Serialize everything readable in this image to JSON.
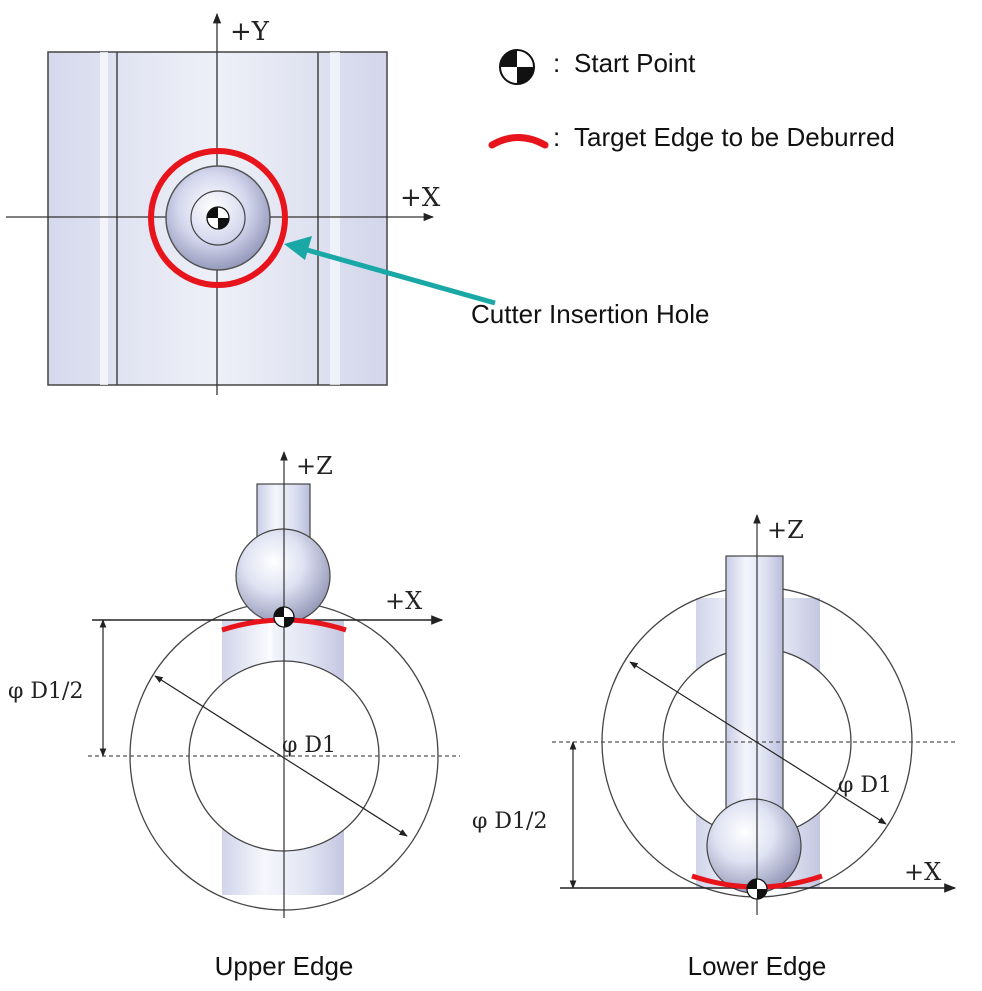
{
  "legend": {
    "start_point_label": "Start Point",
    "target_edge_label": "Target Edge to be Deburred",
    "separator": ":"
  },
  "top_view": {
    "axis_y_label": "+Y",
    "axis_x_label": "+X",
    "callout_label": "Cutter Insertion Hole"
  },
  "upper_view": {
    "axis_z_label": "+Z",
    "axis_x_label": "+X",
    "diameter_label": "φ D1",
    "radius_label": "φ D1/2",
    "caption": "Upper Edge"
  },
  "lower_view": {
    "axis_z_label": "+Z",
    "axis_x_label": "+X",
    "diameter_label": "φ D1",
    "radius_label": "φ D1/2",
    "caption": "Lower Edge"
  },
  "colors": {
    "highlight_red": "#e8141c",
    "callout_teal": "#1aa8a6",
    "body_fill": "#dfe3f3",
    "outline": "#333333"
  }
}
